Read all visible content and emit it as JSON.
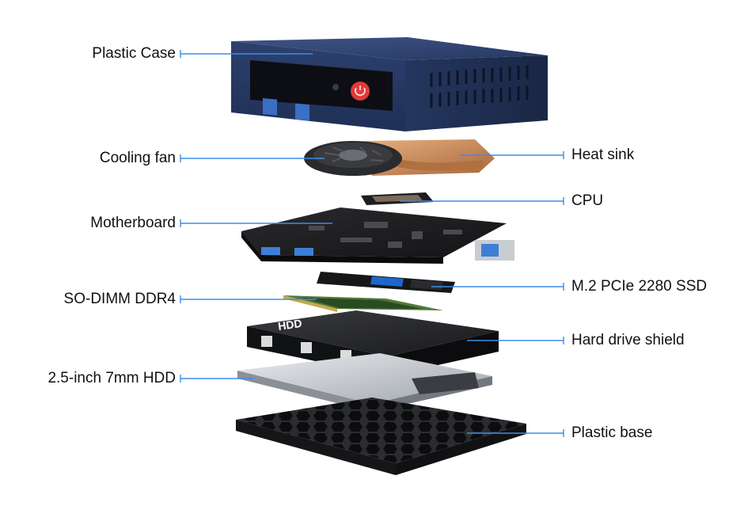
{
  "labels": {
    "plastic_case": "Plastic Case",
    "cooling_fan": "Cooling fan",
    "heat_sink": "Heat sink",
    "cpu": "CPU",
    "motherboard": "Motherboard",
    "ssd": "M.2 PCIe 2280 SSD",
    "sodimm": "SO-DIMM DDR4",
    "hdd_shield": "Hard drive shield",
    "hdd": "2.5-inch 7mm HDD",
    "plastic_base": "Plastic base"
  },
  "component_text": {
    "shield_mark": "HDD"
  },
  "colors": {
    "leader_line": "#3a8ee6",
    "case_blue": "#2c3f6b",
    "power_button": "#e03a3a",
    "copper": "#c9895a",
    "ssd_accent": "#1e66c8",
    "ram_green": "#4f7a3a"
  }
}
